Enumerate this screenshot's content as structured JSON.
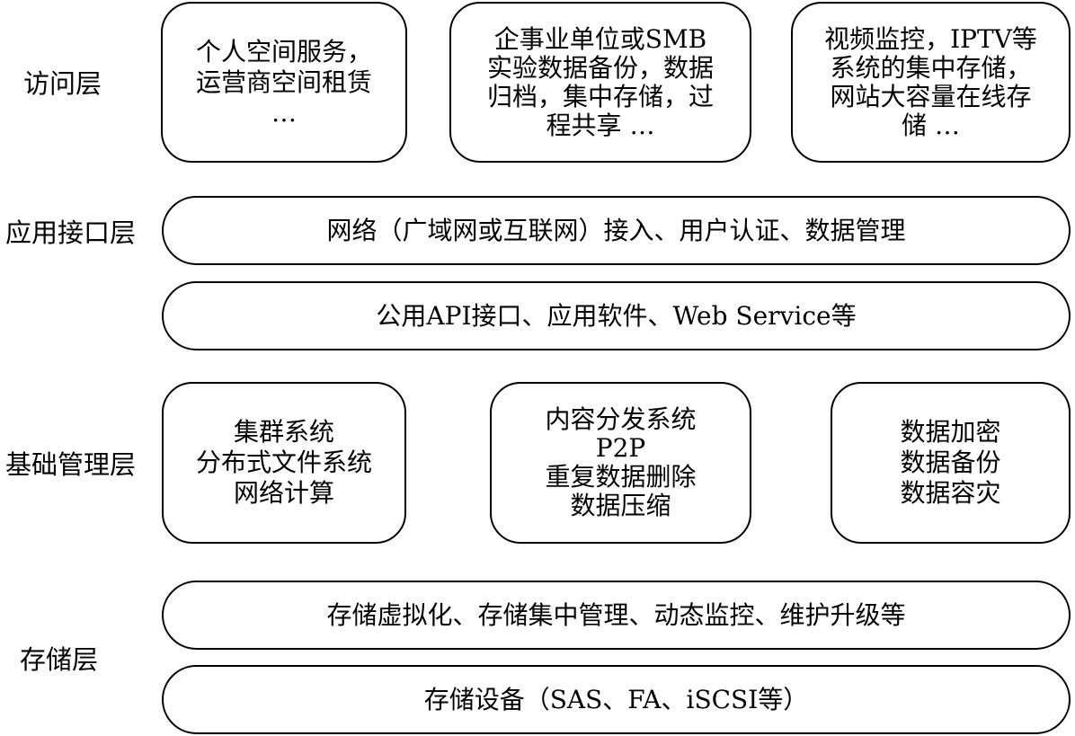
{
  "layers": {
    "access": "访问层",
    "app_interface": "应用接口层",
    "base_management": "基础管理层",
    "storage": "存储层"
  },
  "access_boxes": [
    {
      "lines": [
        "个人空间服务，",
        "运营商空间租赁",
        "…"
      ]
    },
    {
      "lines": [
        "企事业单位或SMB",
        "实验数据备份，数据",
        "归档，集中存储，过",
        "程共享 …"
      ]
    },
    {
      "lines": [
        "视频监控，IPTV等",
        "系统的集中存储，",
        "网站大容量在线存",
        "储 …"
      ]
    }
  ],
  "app_interface_bars": [
    "网络（广域网或互联网）接入、用户认证、数据管理",
    "公用API接口、应用软件、Web Service等"
  ],
  "base_boxes": [
    {
      "lines": [
        "集群系统",
        "分布式文件系统",
        "网络计算"
      ]
    },
    {
      "lines": [
        "内容分发系统",
        "P2P",
        "重复数据删除",
        "数据压缩"
      ]
    },
    {
      "lines": [
        "数据加密",
        "数据备份",
        "数据容灾"
      ]
    }
  ],
  "storage_bars": [
    "存储虚拟化、存储集中管理、动态监控、维护升级等",
    "存储设备（SAS、FA、iSCSI等）"
  ]
}
